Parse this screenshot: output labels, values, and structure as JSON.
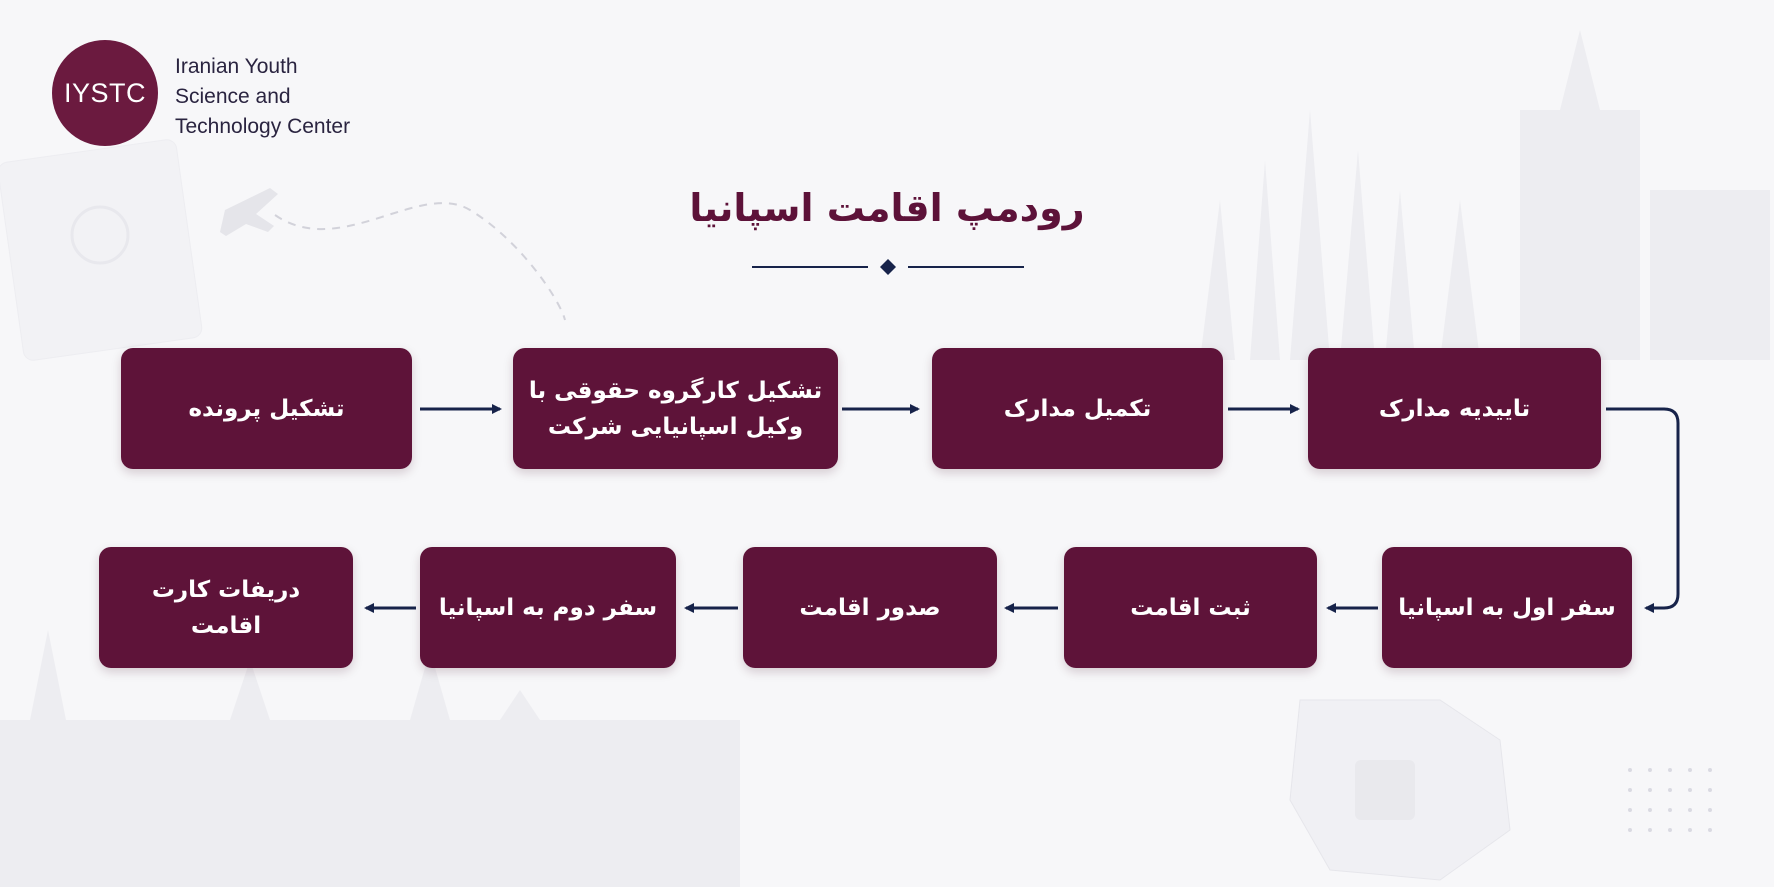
{
  "logo": {
    "abbr": "IYSTC"
  },
  "org": {
    "line1": "Iranian Youth",
    "line2": "Science and",
    "line3": "Technology Center"
  },
  "title": "رودمپ اقامت اسپانیا",
  "colors": {
    "box": "#5e1339",
    "title": "#5d1239",
    "arrow": "#17234a",
    "logo": "#6b1a3f",
    "background": "#f7f7f9"
  },
  "steps": [
    {
      "label": "تشکیل پرونده"
    },
    {
      "label": "تشکیل کارگروه حقوقی با وکیل اسپانیایی شرکت"
    },
    {
      "label": "تکمیل مدارک"
    },
    {
      "label": "تاییدیه مدارک"
    },
    {
      "label": "سفر اول به اسپانیا"
    },
    {
      "label": "ثبت اقامت"
    },
    {
      "label": "صدور اقامت"
    },
    {
      "label": "سفر دوم به اسپانیا"
    },
    {
      "label": "دریفات کارت اقامت"
    }
  ]
}
